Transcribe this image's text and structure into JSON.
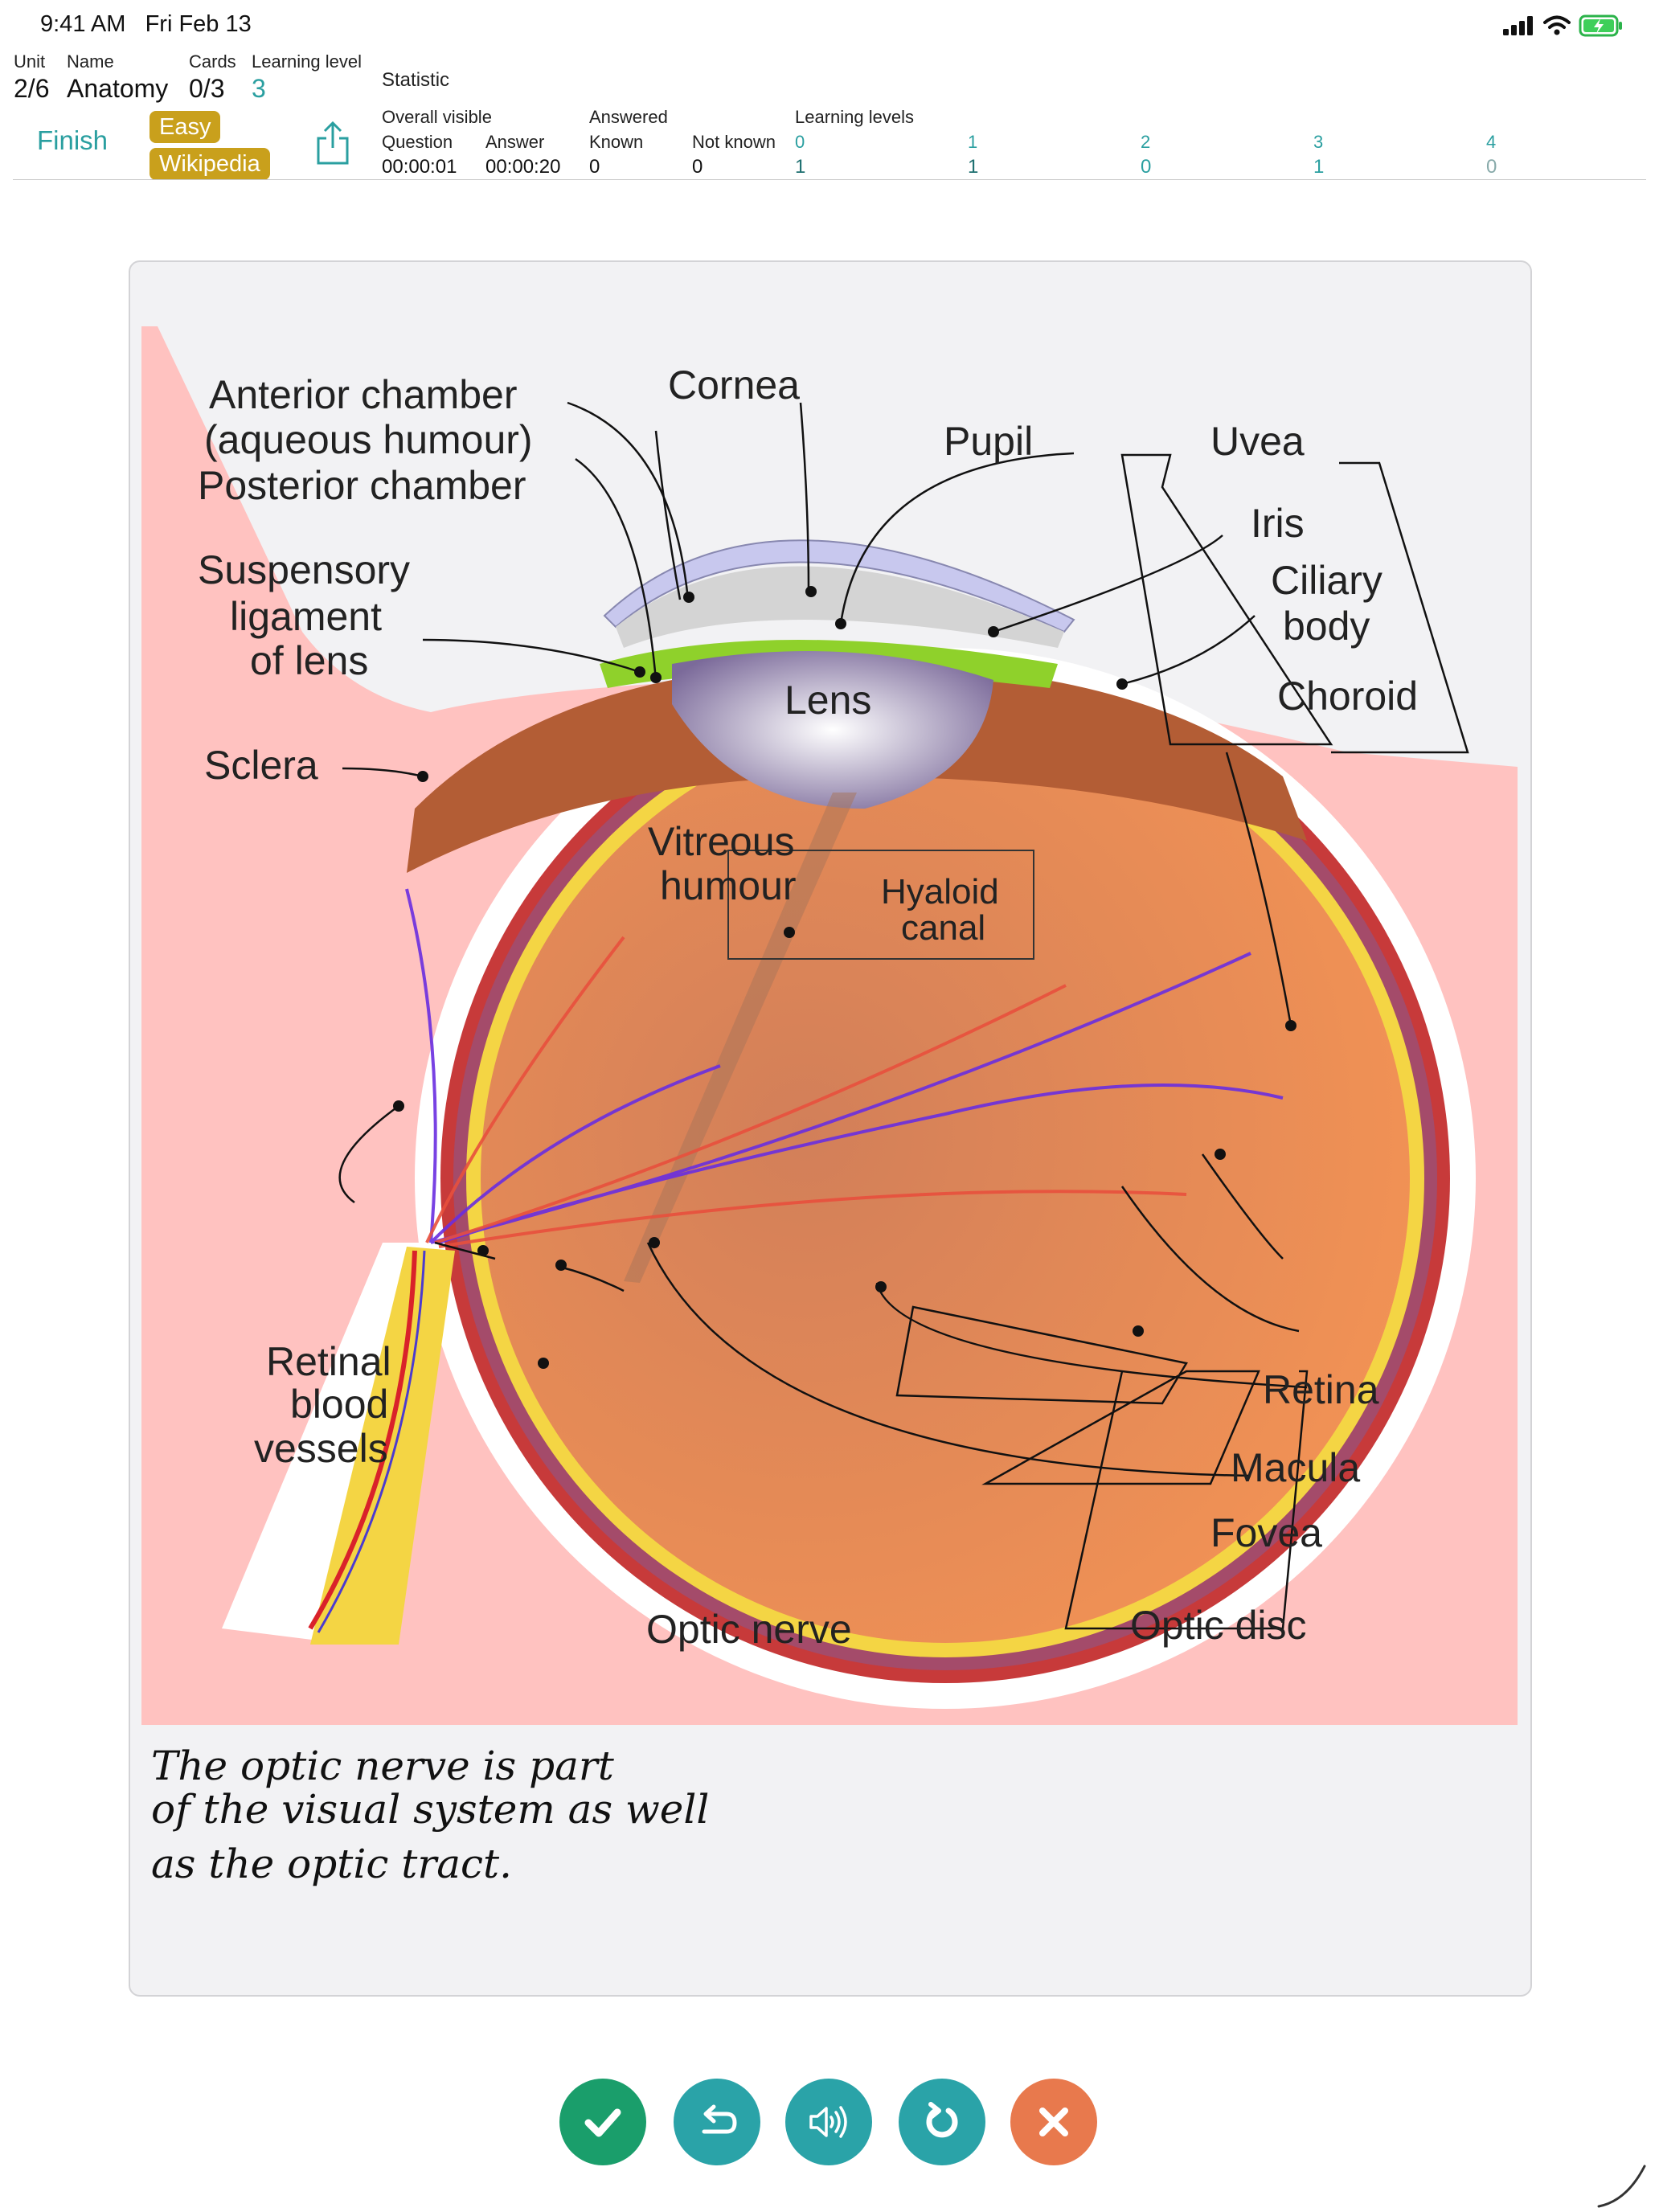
{
  "status": {
    "time": "9:41 AM",
    "date": "Fri Feb 13"
  },
  "header": {
    "unit_label": "Unit",
    "unit_value": "2/6",
    "name_label": "Name",
    "name_value": "Anatomy",
    "cards_label": "Cards",
    "cards_value": "0/3",
    "level_label": "Learning level",
    "level_value": "3",
    "finish": "Finish",
    "easy": "Easy",
    "wikipedia": "Wikipedia"
  },
  "statistic": {
    "title": "Statistic",
    "overall_visible": "Overall visible",
    "question_label": "Question",
    "question_value": "00:00:01",
    "answer_label": "Answer",
    "answer_value": "00:00:20",
    "answered": "Answered",
    "known_label": "Known",
    "known_value": "0",
    "not_known_label": "Not known",
    "not_known_value": "0",
    "learning_levels": "Learning levels",
    "levels": [
      {
        "level": "0",
        "count": "1"
      },
      {
        "level": "1",
        "count": "1"
      },
      {
        "level": "2",
        "count": "0"
      },
      {
        "level": "3",
        "count": "1"
      },
      {
        "level": "4",
        "count": "0"
      }
    ]
  },
  "diagram": {
    "labels": {
      "anterior": "Anterior chamber",
      "aqueous": "(aqueous humour)",
      "posterior": "Posterior chamber",
      "cornea": "Cornea",
      "pupil": "Pupil",
      "uvea": "Uvea",
      "iris": "Iris",
      "ciliary1": "Ciliary",
      "ciliary2": "body",
      "choroid": "Choroid",
      "susp1": "Suspensory",
      "susp2": "ligament",
      "susp3": "of lens",
      "lens": "Lens",
      "sclera": "Sclera",
      "vitreous1": "Vitreous",
      "vitreous2": "humour",
      "hyaloid1": "Hyaloid",
      "hyaloid2": "canal",
      "retinal1": "Retinal",
      "retinal2": "blood",
      "retinal3": "vessels",
      "retina": "Retina",
      "macula": "Macula",
      "fovea": "Fovea",
      "optic_nerve": "Optic nerve",
      "optic_disc": "Optic disc"
    }
  },
  "note": {
    "line1": "The optic nerve is part",
    "line2": "of the visual system as well",
    "line3": "as the optic tract."
  },
  "colors": {
    "teal": "#2a9fa0",
    "tag": "#c9a01c",
    "green": "#1a9e6b",
    "orange": "#e8794d"
  },
  "buttons": [
    "check-icon",
    "undo-icon",
    "speaker-icon",
    "refresh-icon",
    "close-icon"
  ]
}
